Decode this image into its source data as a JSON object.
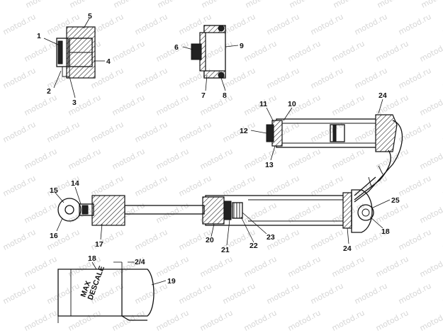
{
  "watermark": {
    "text": "motod.ru"
  },
  "callouts": {
    "c1": "1",
    "c2": "2",
    "c3": "3",
    "c4": "4",
    "c5": "5",
    "c6": "6",
    "c7": "7",
    "c8": "8",
    "c9": "9",
    "c10": "10",
    "c11": "11",
    "c12": "12",
    "c13": "13",
    "c14": "14",
    "c15": "15",
    "c16": "16",
    "c17": "17",
    "c18a": "18",
    "c18b": "18",
    "c19": "19",
    "c20": "20",
    "c21": "21",
    "c22": "22",
    "c23": "23",
    "c24a": "24",
    "c24b": "24",
    "c25": "25"
  },
  "annotations": {
    "gap_dimension": "2/4",
    "sticker_line1": "MAX",
    "sticker_line2": "DESCALE"
  }
}
